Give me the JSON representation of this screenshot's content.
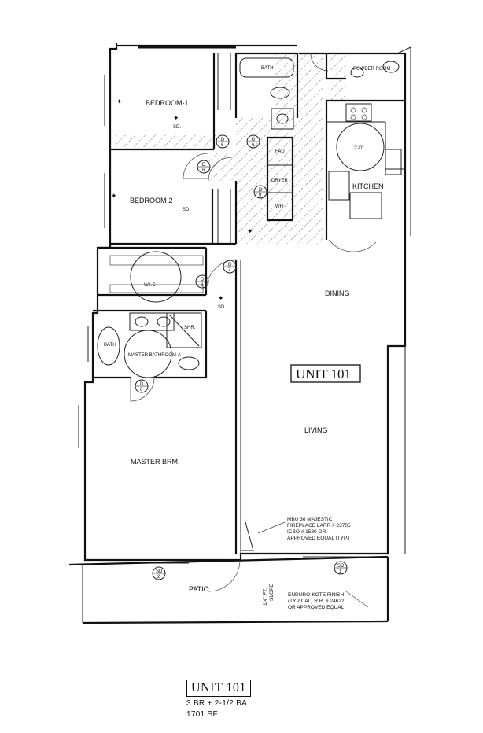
{
  "rooms": {
    "bedroom1": "BEDROOM-1",
    "bedroom2": "BEDROOM-2",
    "bath_upper": "BATH",
    "powder_room": "POWDER ROOM",
    "kitchen": "KITCHEN",
    "wic": "W.I.C",
    "dining": "DINING",
    "living": "LIVING",
    "bath_master": "BATH",
    "master_bathroom": "MASTER BATHROOM-A",
    "master_brm": "MASTER BRM.",
    "patio": "PATIO",
    "shower": "SHR.",
    "fau": "FAU",
    "dryer": "DRYER",
    "washer": "WH"
  },
  "tags": {
    "sd": "SD.",
    "door": "D",
    "door_nums": [
      "6",
      "6",
      "6",
      "9",
      "8",
      "7",
      "6"
    ],
    "sd_tag_left": "SD",
    "sd_tag_left_num": "2",
    "sd_tag_right": "SD",
    "sd_tag_right_num": "1",
    "sink_dim": "2'-0\""
  },
  "unit_label": "UNIT 101",
  "fireplace_note": [
    "MBU 36 MAJESTIC",
    "FIREPLACE LARR # 23705",
    "ICBO # 1580 OR",
    "APPROVED EQUAL (TYP.)"
  ],
  "finish_note": [
    "ENDURO-KOTE FINISH",
    "(TYPICAL) R.R. # 24622",
    "OR APPROVED EQUAL"
  ],
  "slope_note": [
    "1/4\" FT.",
    "SLOPE"
  ],
  "caption": {
    "title": "UNIT 101",
    "bedrooms_baths": "3 BR + 2-1/2 BA",
    "area": "1701 SF"
  }
}
